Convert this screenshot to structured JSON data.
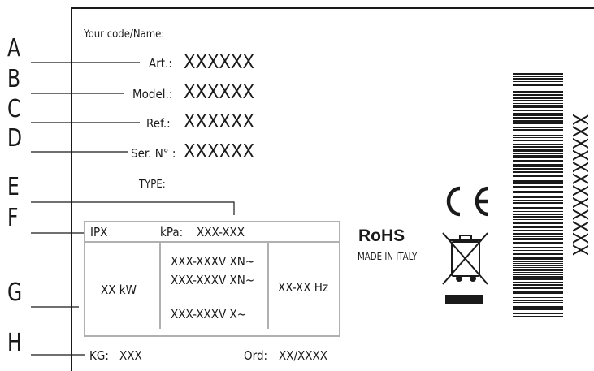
{
  "callouts": [
    "A",
    "B",
    "C",
    "D",
    "E",
    "F",
    "G",
    "H"
  ],
  "plate": {
    "your_code_label": "Your code/Name:",
    "fields": [
      {
        "label": "Art.:",
        "value": "XXXXXX"
      },
      {
        "label": "Model.:",
        "value": "XXXXXX"
      },
      {
        "label": "Ref.:",
        "value": "XXXXXX"
      },
      {
        "label": "Ser. N° :",
        "value": "XXXXXX"
      }
    ],
    "type_label": "TYPE:",
    "box": {
      "ipx": "IPX",
      "kpa_label": "kPa:",
      "kpa_value": "XXX-XXX",
      "power": "XX kW",
      "voltage_1": "XXX-XXXV XN~",
      "voltage_2": "XXX-XXXV XN~",
      "voltage_3": "XXX-XXXV X~",
      "frequency": "XX-XX Hz"
    },
    "kg_label": "KG:",
    "kg_value": "XXX",
    "ord_label": "Ord:",
    "ord_value": "XX/XXXX",
    "rohs": "RoHS",
    "made_in": "MADE IN ITALY",
    "ce_mark": "CE",
    "barcode_text": "XXXXXXXXXXXX"
  }
}
